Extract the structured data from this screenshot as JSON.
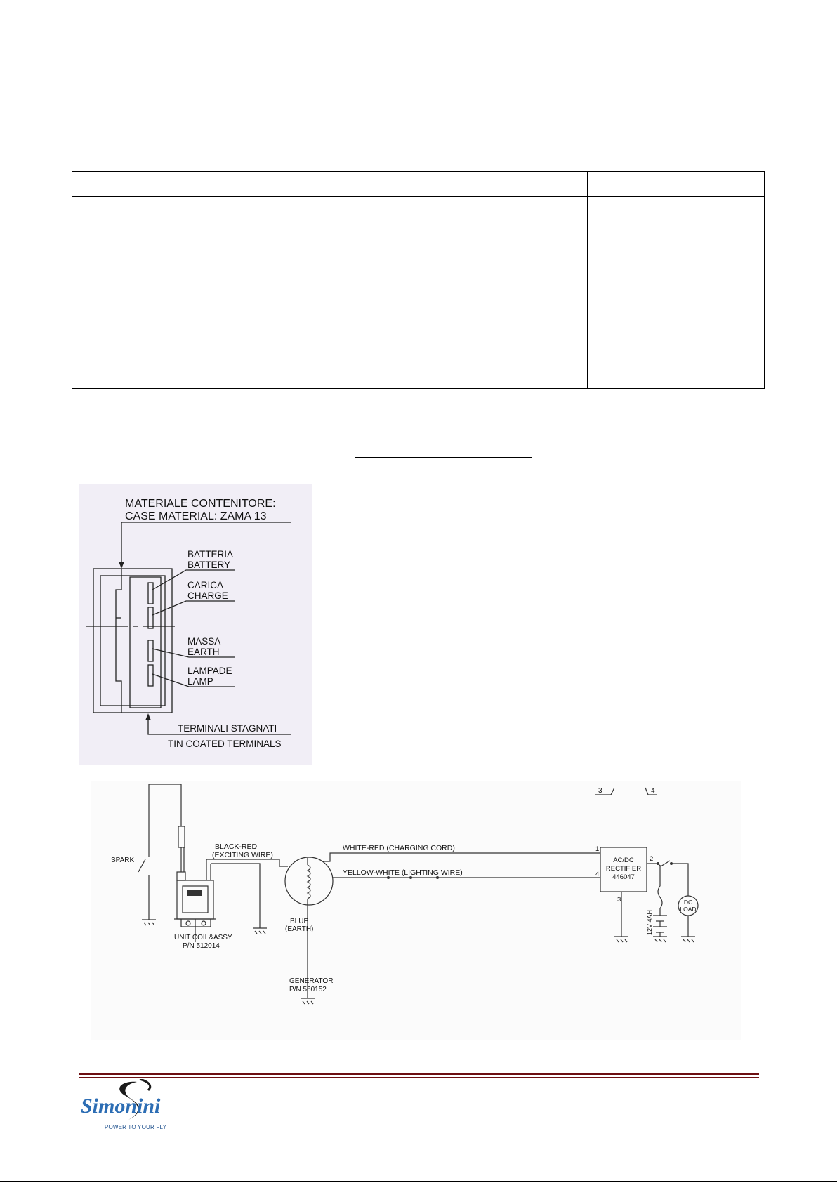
{
  "case_drawing": {
    "title_line1": "MATERIALE CONTENITORE:",
    "title_line2": "CASE MATERIAL: ZAMA 13",
    "terminals": [
      {
        "it": "BATTERIA",
        "en": "BATTERY"
      },
      {
        "it": "CARICA",
        "en": "CHARGE"
      },
      {
        "it": "MASSA",
        "en": "EARTH"
      },
      {
        "it": "LAMPADE",
        "en": "LAMP"
      }
    ],
    "bottom_line1": "TERMINALI STAGNATI",
    "bottom_line2": "TIN COATED TERMINALS"
  },
  "wiring": {
    "spark": "SPARK",
    "black_red": "BLACK-RED",
    "exciting_wire": "(EXCITING WIRE)",
    "white_red": "WHITE-RED (CHARGING CORD)",
    "yellow_white": "YELLOW-WHITE (LIGHTING WIRE)",
    "rectifier_l1": "AC/DC",
    "rectifier_l2": "RECTIFIER",
    "rectifier_l3": "446047",
    "pin1": "1",
    "pin2": "2",
    "pin3": "3",
    "pin4": "4",
    "top_mark_3": "3",
    "top_mark_4": "4",
    "dc_l1": "DC",
    "dc_l2": "LOAD",
    "battery": "12V 4AH",
    "blue": "BLUE",
    "earth": "(EARTH)",
    "unit_l1": "UNIT COIL&ASSY",
    "unit_l2": "P/N 512014",
    "gen_l1": "GENERATOR",
    "gen_l2": "P/N 560152"
  },
  "logo": {
    "name": "Simonini",
    "tagline": "POWER TO YOUR FLY"
  }
}
